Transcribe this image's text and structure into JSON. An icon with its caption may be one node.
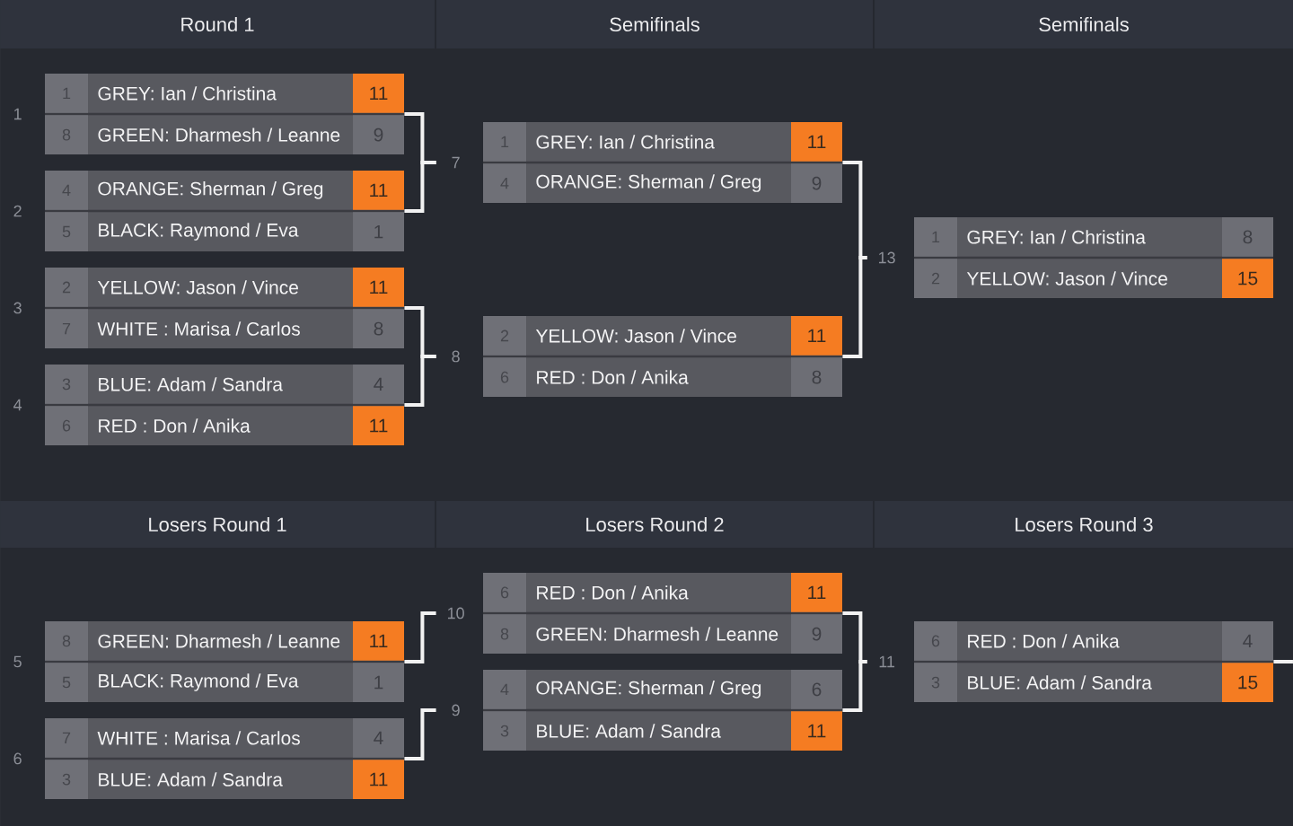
{
  "diagram": {
    "nodes": [
      {
        "text": [
          "Round 1"
        ]
      },
      {
        "text": [
          "Semifinals"
        ]
      },
      {
        "text": [
          "Semifinals"
        ]
      },
      {
        "text": [],
        "shape": "box",
        "beside": [
          "1"
        ]
      },
      {
        "text": [
          "1",
          "GREY: Ian / Christina",
          "11"
        ],
        "in": 3
      },
      {
        "text": [
          "8",
          "GREEN: Dharmesh / Leanne",
          "9"
        ],
        "in": 3
      },
      {
        "text": [],
        "shape": "box",
        "beside": [
          "2"
        ]
      },
      {
        "text": [
          "4",
          "ORANGE: Sherman / Greg",
          "11"
        ],
        "in": 6
      },
      {
        "text": [
          "5",
          "BLACK: Raymond / Eva",
          "1"
        ],
        "in": 6
      },
      {
        "text": [],
        "shape": "box",
        "beside": [
          "3"
        ]
      },
      {
        "text": [
          "2",
          "YELLOW: Jason / Vince",
          "11"
        ],
        "in": 9
      },
      {
        "text": [
          "7",
          "WHITE : Marisa / Carlos",
          "8"
        ],
        "in": 9
      },
      {
        "text": [],
        "shape": "box",
        "beside": [
          "4"
        ]
      },
      {
        "text": [
          "3",
          "BLUE: Adam / Sandra",
          "4"
        ],
        "in": 12
      },
      {
        "text": [
          "6",
          "RED : Don / Anika",
          "11"
        ],
        "in": 12
      },
      {
        "text": [],
        "shape": "box",
        "beside": [
          "7"
        ]
      },
      {
        "text": [
          "1",
          "GREY: Ian / Christina",
          "11"
        ],
        "in": 15
      },
      {
        "text": [
          "4",
          "ORANGE: Sherman / Greg",
          "9"
        ],
        "in": 15
      },
      {
        "text": [],
        "shape": "box",
        "beside": [
          "8"
        ]
      },
      {
        "text": [
          "2",
          "YELLOW: Jason / Vince",
          "11"
        ],
        "in": 18
      },
      {
        "text": [
          "6",
          "RED : Don / Anika",
          "8"
        ],
        "in": 18
      },
      {
        "text": [],
        "shape": "box",
        "beside": [
          "13"
        ]
      },
      {
        "text": [
          "1",
          "GREY: Ian / Christina",
          "8"
        ],
        "in": 21
      },
      {
        "text": [
          "2",
          "YELLOW: Jason / Vince",
          "15"
        ],
        "in": 21
      },
      {
        "text": [
          "Losers Round 1"
        ]
      },
      {
        "text": [
          "Losers Round 2"
        ]
      },
      {
        "text": [
          "Losers Round 3"
        ]
      },
      {
        "text": [],
        "shape": "box",
        "beside": [
          "5"
        ]
      },
      {
        "text": [
          "8",
          "GREEN: Dharmesh / Leanne",
          "11"
        ],
        "in": 27
      },
      {
        "text": [
          "5",
          "BLACK: Raymond / Eva",
          "1"
        ],
        "in": 27
      },
      {
        "text": [],
        "shape": "box",
        "beside": [
          "6"
        ]
      },
      {
        "text": [
          "7",
          "WHITE : Marisa / Carlos",
          "4"
        ],
        "in": 30
      },
      {
        "text": [
          "3",
          "BLUE: Adam / Sandra",
          "11"
        ],
        "in": 30
      },
      {
        "text": [],
        "shape": "box",
        "beside": [
          "10"
        ]
      },
      {
        "text": [
          "6",
          "RED : Don / Anika",
          "11"
        ],
        "in": 33
      },
      {
        "text": [
          "8",
          "GREEN: Dharmesh / Leanne",
          "9"
        ],
        "in": 33
      },
      {
        "text": [],
        "shape": "box",
        "beside": [
          "9"
        ]
      },
      {
        "text": [
          "4",
          "ORANGE: Sherman / Greg",
          "6"
        ],
        "in": 36
      },
      {
        "text": [
          "3",
          "BLUE: Adam / Sandra",
          "11"
        ],
        "in": 36
      },
      {
        "text": [],
        "shape": "box",
        "beside": [
          "11"
        ]
      },
      {
        "text": [
          "6",
          "RED : Don / Anika",
          "4"
        ],
        "in": 39
      },
      {
        "text": [
          "3",
          "BLUE: Adam / Sandra",
          "15"
        ],
        "in": 39
      }
    ],
    "edges": [
      {
        "from": 3,
        "to": 15,
        "arrow": "none"
      },
      {
        "from": 6,
        "to": 15,
        "arrow": "none"
      },
      {
        "from": 9,
        "to": 18,
        "arrow": "none"
      },
      {
        "from": 12,
        "to": 18,
        "arrow": "none"
      },
      {
        "from": 15,
        "to": 21,
        "arrow": "none"
      },
      {
        "from": 18,
        "to": 21,
        "arrow": "none"
      },
      {
        "from": 27,
        "to": 33,
        "arrow": "none"
      },
      {
        "from": 30,
        "to": 36,
        "arrow": "none"
      },
      {
        "from": 33,
        "to": 39,
        "arrow": "none"
      },
      {
        "from": 36,
        "to": 39,
        "arrow": "none"
      },
      {
        "from": 39,
        "to": null,
        "arrow": "none"
      }
    ]
  }
}
